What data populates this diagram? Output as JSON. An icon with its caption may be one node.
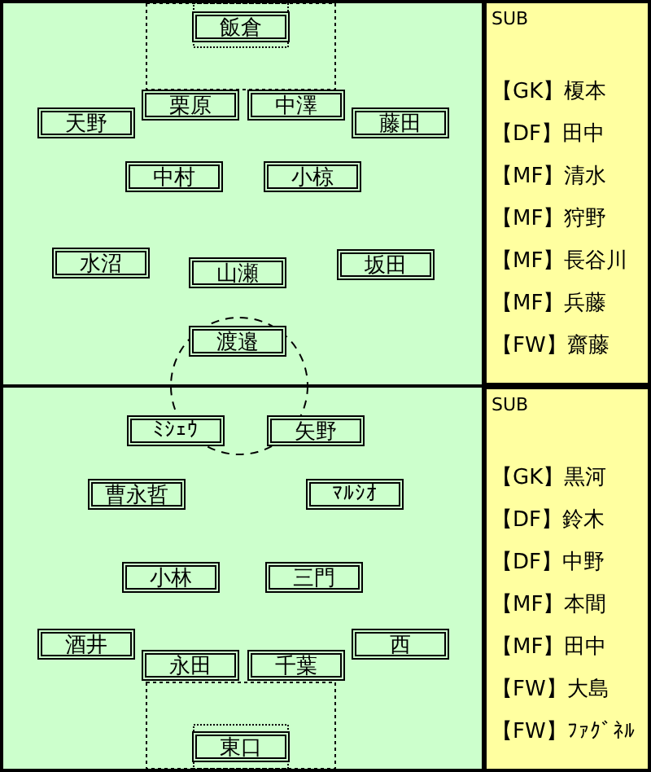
{
  "diagram": {
    "nodes": [
      {
        "text": [
          "飯倉"
        ]
      },
      {
        "text": [
          "栗原"
        ]
      },
      {
        "text": [
          "中澤"
        ]
      },
      {
        "text": [
          "天野"
        ]
      },
      {
        "text": [
          "藤田"
        ]
      },
      {
        "text": [
          "中村"
        ]
      },
      {
        "text": [
          "小椋"
        ]
      },
      {
        "text": [
          "水沼"
        ]
      },
      {
        "text": [
          "坂田"
        ]
      },
      {
        "text": [
          "山瀬"
        ]
      },
      {
        "text": [
          "渡邉"
        ]
      },
      {
        "text": [
          "SUB",
          "【GK】榎本",
          "【DF】田中",
          "【MF】清水",
          "【MF】狩野",
          "【MF】長谷川",
          "【MF】兵藤",
          "【FW】齋藤"
        ]
      },
      {
        "text": [
          "ﾐｼｪｳ"
        ]
      },
      {
        "text": [
          "矢野"
        ]
      },
      {
        "text": [
          "曹永哲"
        ]
      },
      {
        "text": [
          "ﾏﾙｼｵ"
        ]
      },
      {
        "text": [
          "小林"
        ]
      },
      {
        "text": [
          "三門"
        ]
      },
      {
        "text": [
          "酒井"
        ]
      },
      {
        "text": [
          "西"
        ]
      },
      {
        "text": [
          "永田"
        ]
      },
      {
        "text": [
          "千葉"
        ]
      },
      {
        "text": [
          "東口"
        ]
      },
      {
        "text": [
          "SUB",
          "【GK】黒河",
          "【DF】鈴木",
          "【DF】中野",
          "【MF】本間",
          "【MF】田中",
          "【FW】大島",
          "【FW】ﾌｧｸﾞﾈﾙ"
        ]
      }
    ],
    "edges": []
  }
}
